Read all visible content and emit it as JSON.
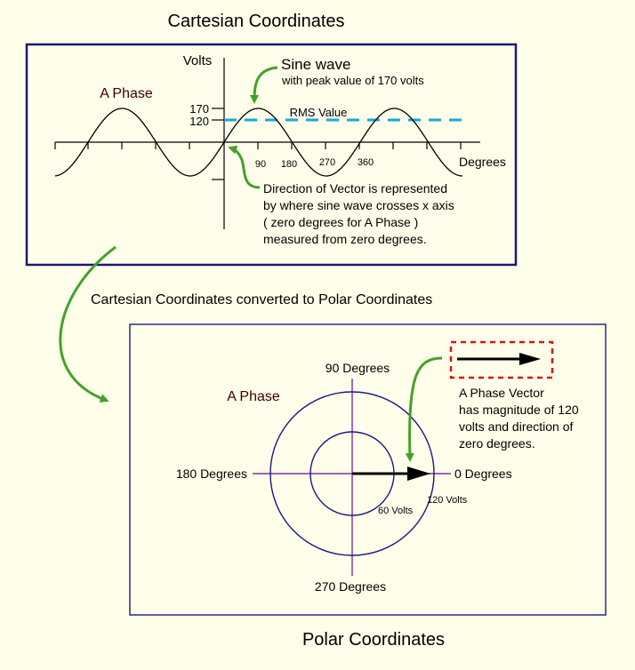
{
  "colors": {
    "background": "#fefeea",
    "frame_top": "#1a1a6e",
    "frame_bottom": "#2a2a7e",
    "sine": "#000000",
    "rms": "#1aa8d8",
    "green_arrow": "#44a02a",
    "phase_label": "#3a0000",
    "polar_axes": "#8a2a9a",
    "polar_circles": "#1a1a7e",
    "red_box": "#dd1111"
  },
  "top_title": "Cartesian Coordinates",
  "bottom_title": "Polar Coordinates",
  "middle_caption": "Cartesian Coordinates converted to Polar Coordinates",
  "cartesian": {
    "y_label": "Volts",
    "phase_label": "A Phase",
    "tick_170": "170",
    "tick_120": "120",
    "rms_label": "RMS Value",
    "x_ticks": [
      "90",
      "180",
      "270",
      "360"
    ],
    "x_label": "Degrees",
    "sine_title": "Sine wave",
    "sine_subtitle": "with peak value of 170 volts",
    "direction_note": [
      "Direction of Vector is represented",
      "by where sine wave crosses x axis",
      "( zero degrees for A Phase )",
      "measured from zero degrees."
    ]
  },
  "polar": {
    "phase_label": "A Phase",
    "label_90": "90 Degrees",
    "label_0": "0 Degrees",
    "label_180": "180 Degrees",
    "label_270": "270 Degrees",
    "inner_circle_label": "60 Volts",
    "outer_circle_label": "120 Volts",
    "vector_note": [
      "A Phase Vector",
      "has magnitude of 120",
      "volts and direction of",
      "zero degrees."
    ]
  }
}
